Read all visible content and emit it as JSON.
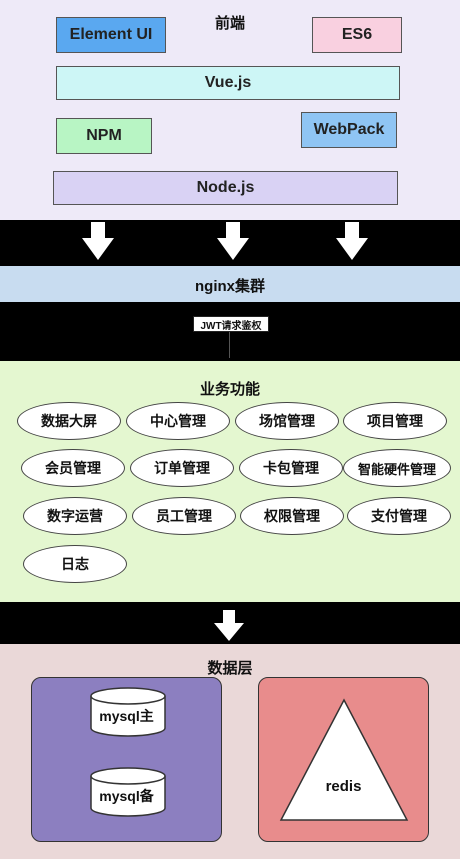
{
  "frontend": {
    "title": "前端",
    "boxes": {
      "element_ui": "Element UI",
      "es6": "ES6",
      "vuejs": "Vue.js",
      "npm": "NPM",
      "webpack": "WebPack",
      "nodejs": "Node.js"
    }
  },
  "nginx": {
    "label": "nginx集群"
  },
  "jwt": {
    "label": "JWT请求鉴权"
  },
  "business": {
    "title": "业务功能",
    "items": [
      "数据大屏",
      "中心管理",
      "场馆管理",
      "项目管理",
      "会员管理",
      "订单管理",
      "卡包管理",
      "智能硬件管理",
      "数字运营",
      "员工管理",
      "权限管理",
      "支付管理",
      "日志"
    ]
  },
  "data_layer": {
    "title": "数据层",
    "mysql_primary": "mysql主",
    "mysql_backup": "mysql备",
    "redis": "redis"
  },
  "colors": {
    "element_ui": "#5aa8f0",
    "es6": "#f9d0e0",
    "vuejs": "#cdf6f6",
    "npm": "#b8f5c4",
    "webpack": "#8fc5f4",
    "nodejs": "#d9d2f4",
    "mysql_panel": "#8c7fc0",
    "redis_panel": "#e88c8c"
  }
}
